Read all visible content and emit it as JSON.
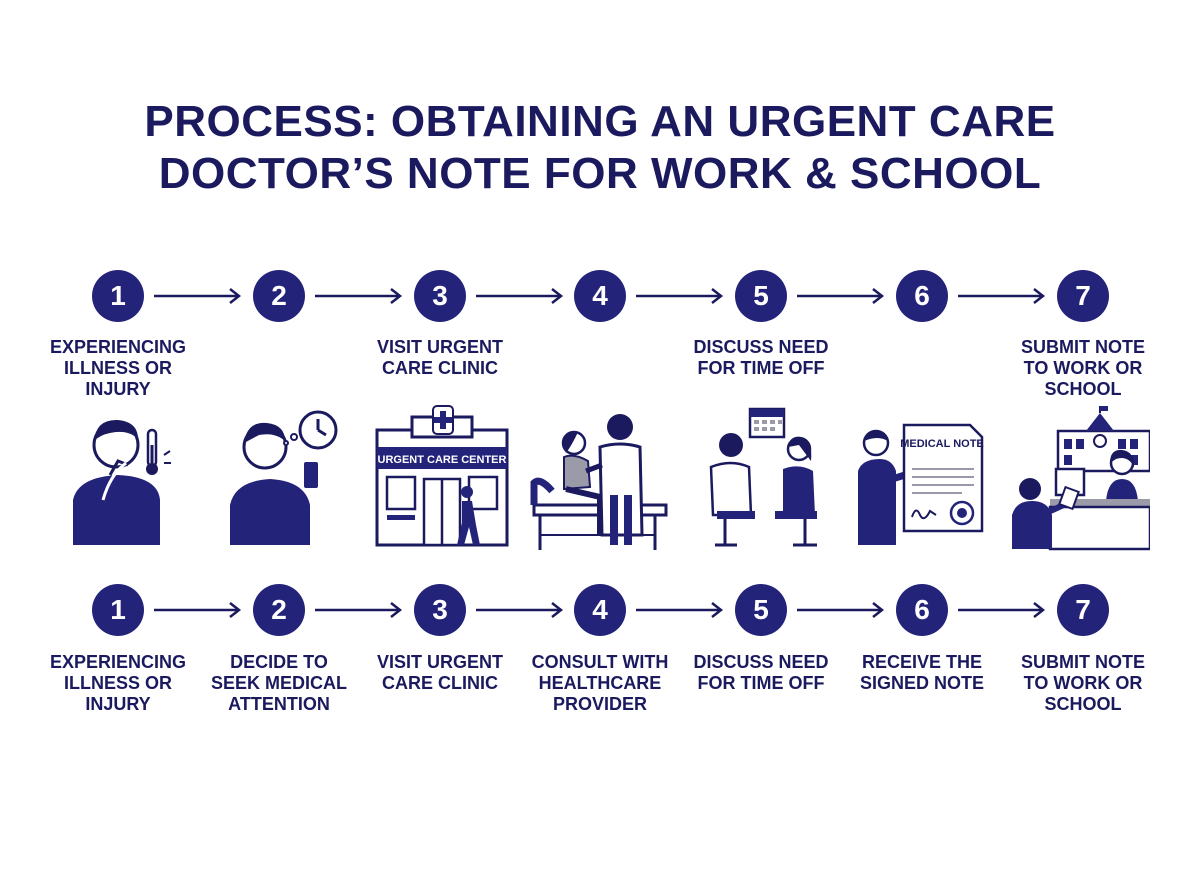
{
  "title": {
    "line1": "PROCESS: OBTAINING AN URGENT CARE",
    "line2": "DOCTOR’S NOTE FOR WORK & SCHOOL"
  },
  "steps": [
    {
      "number": "1",
      "label": "EXPERIENCING ILLNESS OR INJURY"
    },
    {
      "number": "2",
      "label": "DECIDE TO SEEK MEDICAL ATTENTION"
    },
    {
      "number": "3",
      "label": "VISIT URGENT CARE CLINIC"
    },
    {
      "number": "4",
      "label": "CONSULT WITH HEALTHCARE PROVIDER"
    },
    {
      "number": "5",
      "label": "DISCUSS NEED FOR TIME OFF"
    },
    {
      "number": "6",
      "label": "RECEIVE THE SIGNED NOTE"
    },
    {
      "number": "7",
      "label": "SUBMIT NOTE TO WORK OR SCHOOL"
    }
  ],
  "illustrations": {
    "clinic_sign": "URGENT CARE CENTER",
    "note_title": "MEDICAL NOTE"
  },
  "colors": {
    "navy": "#24237a",
    "text": "#1b1a5e",
    "grey": "#9a9aa8"
  }
}
